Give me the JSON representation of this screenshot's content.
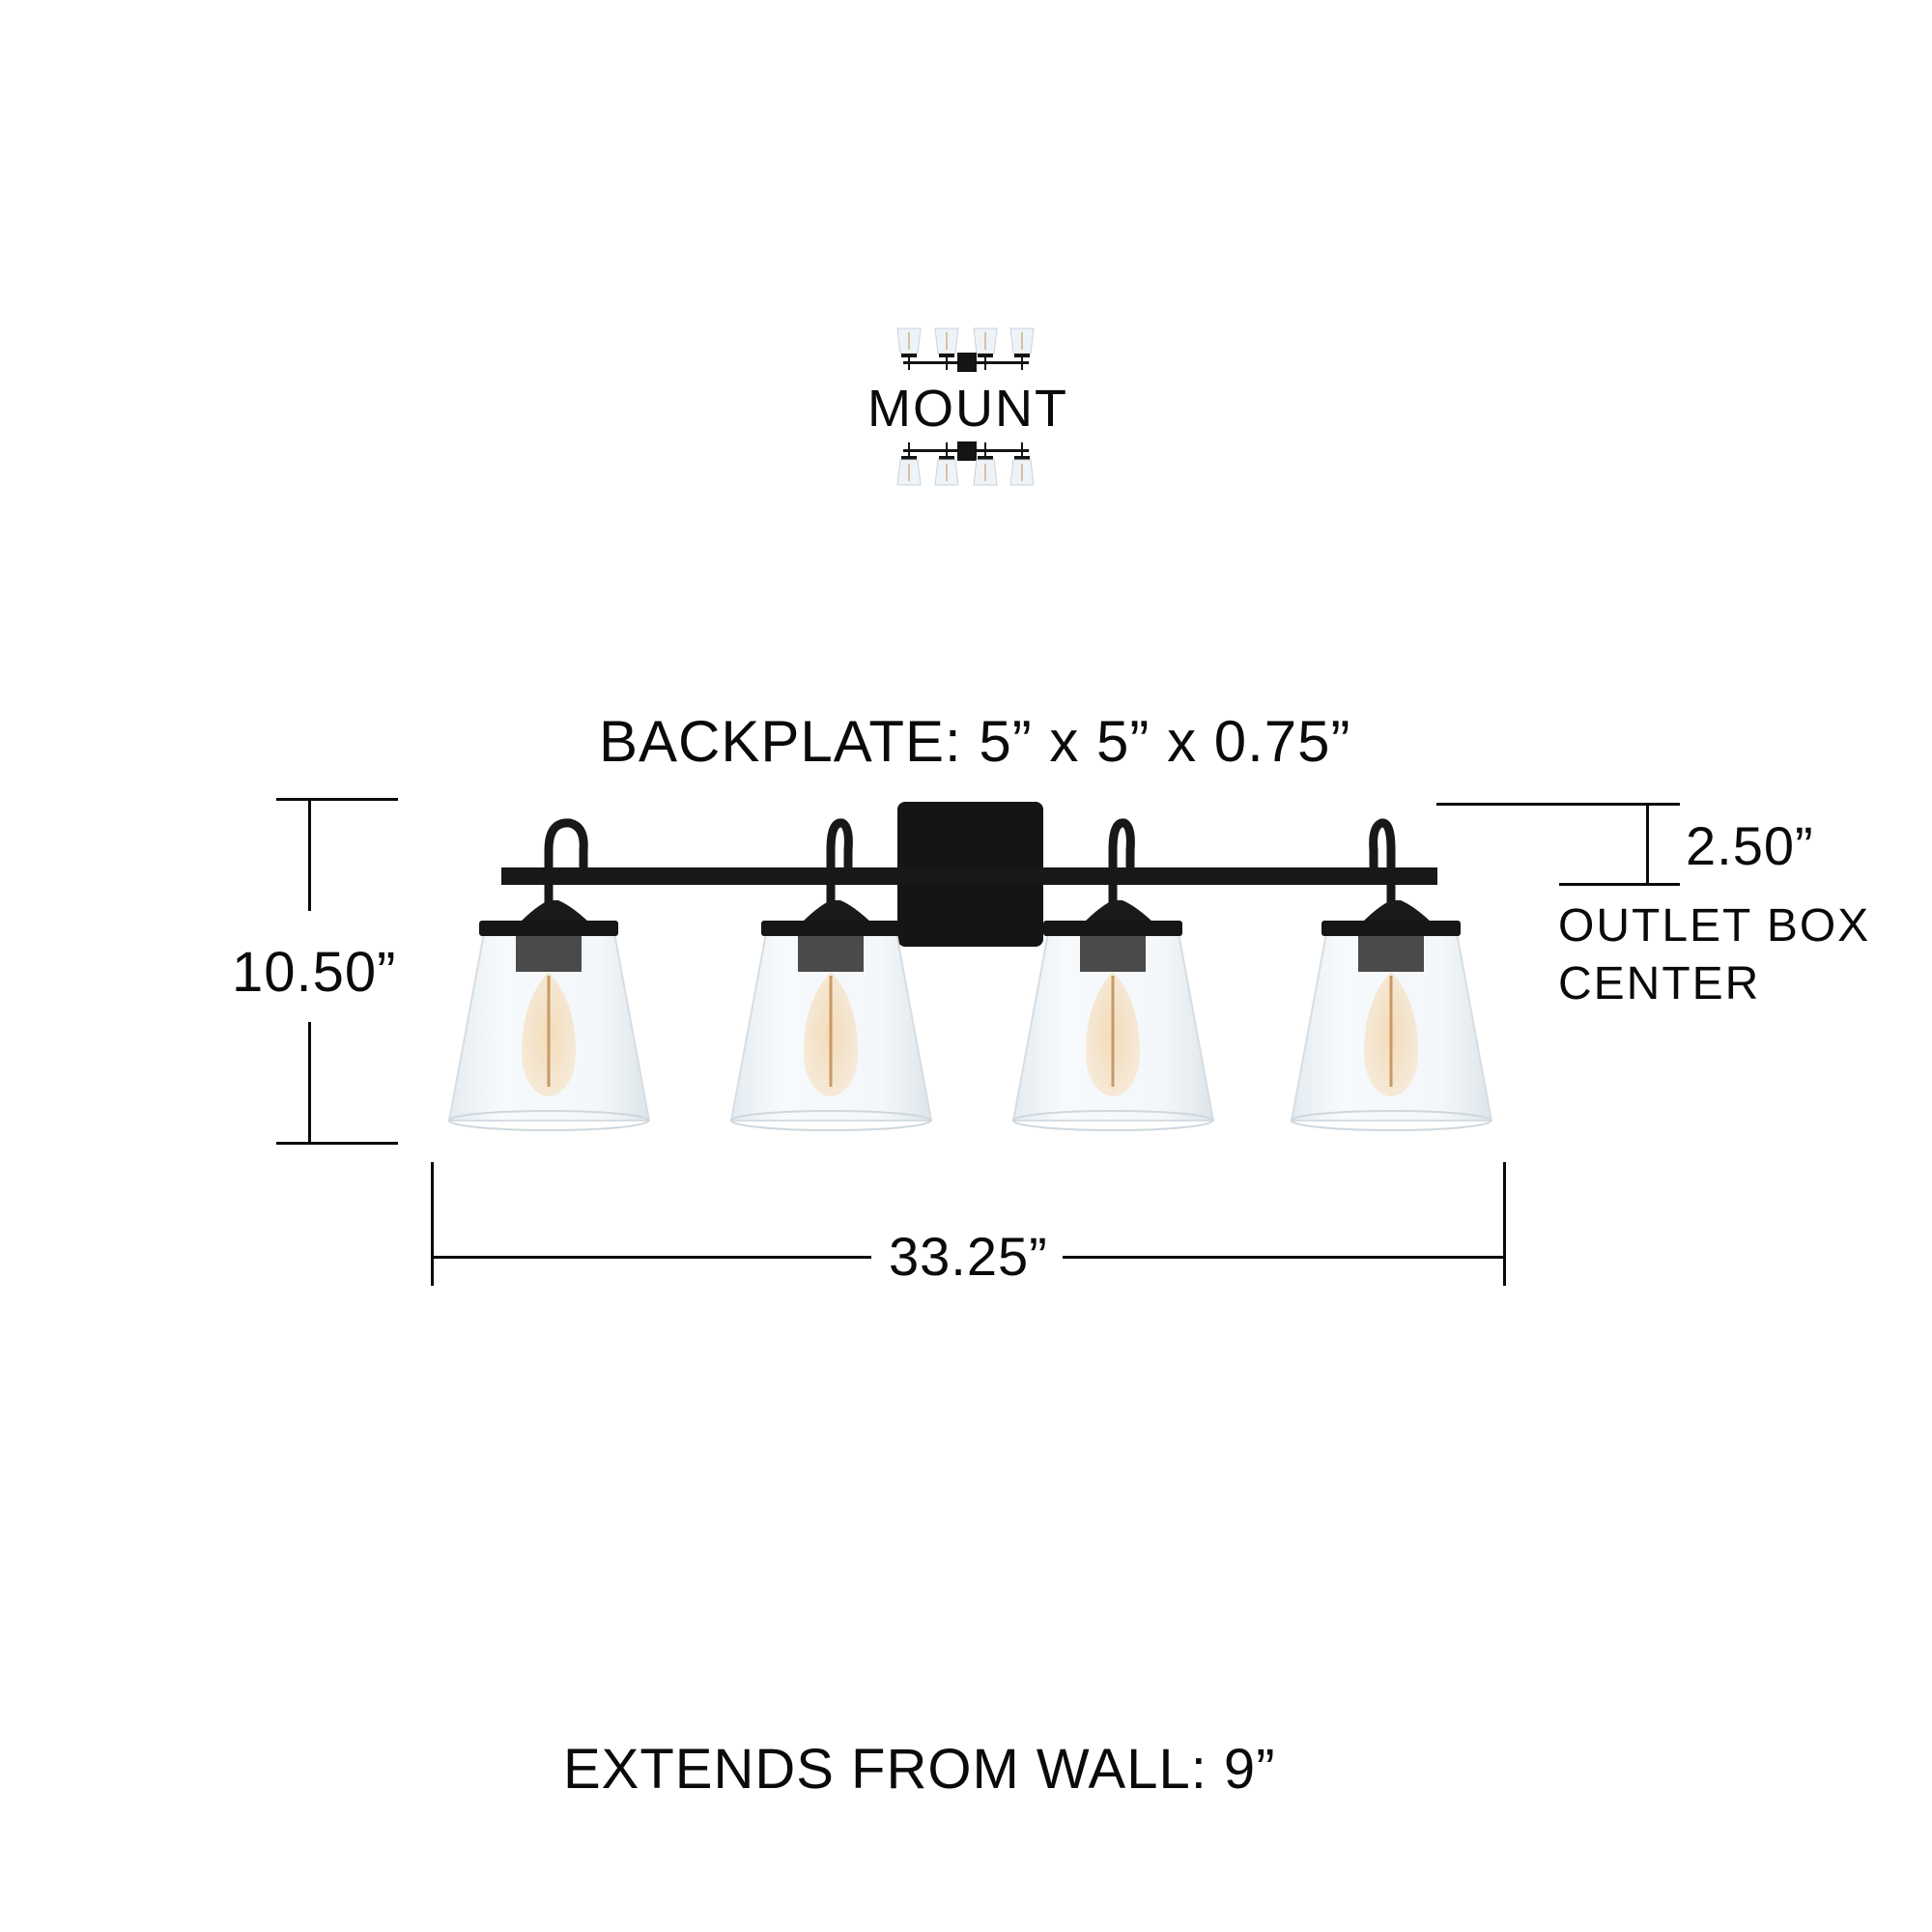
{
  "mount_badge": {
    "label": "MOUNT",
    "icons": [
      "fixture-shades-up-icon",
      "fixture-shades-down-icon"
    ]
  },
  "dimensions": {
    "backplate": "BACKPLATE: 5” x 5” x 0.75”",
    "height": "10.50”",
    "width": "33.25”",
    "outlet_offset": "2.50”",
    "outlet_label_line1": "OUTLET BOX",
    "outlet_label_line2": "CENTER",
    "extension": "EXTENDS FROM WALL: 9”"
  },
  "fixture": {
    "light_count": 4,
    "finish_color": "#141414",
    "glass": "clear seeded",
    "bulb_color": "#e9c79a"
  }
}
